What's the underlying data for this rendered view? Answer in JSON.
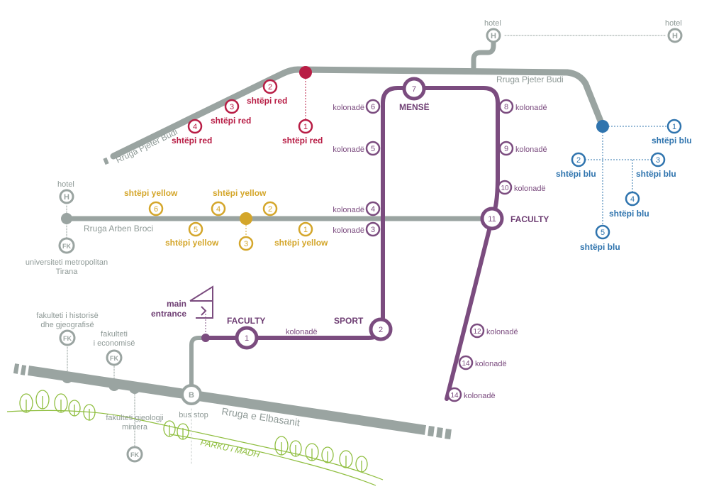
{
  "colors": {
    "road": "#9aa4a1",
    "purple": "#7b4c7f",
    "red": "#b81d45",
    "yellow": "#d4a62a",
    "blue": "#2f74ae",
    "green": "#8fbe3f"
  },
  "roads": {
    "pjeter_budi": "Rruga Pjeter Budi",
    "pjeter_budi_top": "Rruga Pjeter Budi",
    "arben_broci": "Rruga Arben Broci",
    "elbasanit": "Rruga e Elbasanit"
  },
  "places": {
    "hotel_top": "hotel",
    "hotel_right": "hotel",
    "hotel_left": "hotel",
    "hotel_symbol": "H",
    "fk_symbol": "FK",
    "bus_symbol": "B",
    "universiteti": [
      "universiteti metropolitan",
      "Tirana"
    ],
    "historise": [
      "fakulteti i historisë",
      "dhe gjeografisë"
    ],
    "ekonomise": [
      "fakulteti",
      "i economisë"
    ],
    "gjeologji": [
      "fakulteti gjeologji",
      "miniera"
    ],
    "bus_stop": "bus stop",
    "main_entrance": [
      "main",
      "entrance"
    ],
    "park": "PARKU i MADH"
  },
  "red_houses": [
    {
      "num": "2",
      "label": "shtëpi red"
    },
    {
      "num": "3",
      "label": "shtëpi red"
    },
    {
      "num": "4",
      "label": "shtëpi red"
    },
    {
      "num": "1",
      "label": "shtëpi red"
    }
  ],
  "yellow_houses": [
    {
      "num": "6",
      "label": "shtëpi yellow"
    },
    {
      "num": "4",
      "label": "shtëpi yellow"
    },
    {
      "num": "2",
      "label": ""
    },
    {
      "num": "5",
      "label": "shtëpi yellow"
    },
    {
      "num": "3",
      "label": ""
    },
    {
      "num": "1",
      "label": "shtëpi yellow"
    }
  ],
  "blue_houses": [
    {
      "num": "1",
      "label": "shtëpi blu"
    },
    {
      "num": "2",
      "label": "shtëpi blu"
    },
    {
      "num": "3",
      "label": "shtëpi blu"
    },
    {
      "num": "4",
      "label": "shtëpi blu"
    },
    {
      "num": "5",
      "label": "shtëpi blu"
    }
  ],
  "stops": [
    {
      "num": "1",
      "label": "FACULTY"
    },
    {
      "num": "2",
      "label": "SPORT"
    },
    {
      "num": "7",
      "label": "MENSË"
    },
    {
      "num": "11",
      "label": "FACULTY"
    }
  ],
  "colonnades": [
    {
      "num": "3",
      "label": "kolonadë"
    },
    {
      "num": "4",
      "label": "kolonadë"
    },
    {
      "num": "5",
      "label": "kolonadë"
    },
    {
      "num": "6",
      "label": "kolonadë"
    },
    {
      "num": "8",
      "label": "kolonadë"
    },
    {
      "num": "9",
      "label": "kolonadë"
    },
    {
      "num": "10",
      "label": "kolonadë"
    },
    {
      "num": "12",
      "label": "kolonadë"
    },
    {
      "num": "14",
      "label": "kolonadë"
    },
    {
      "num": "14",
      "label": "kolonadë"
    }
  ],
  "segment_label": "kolonadë"
}
